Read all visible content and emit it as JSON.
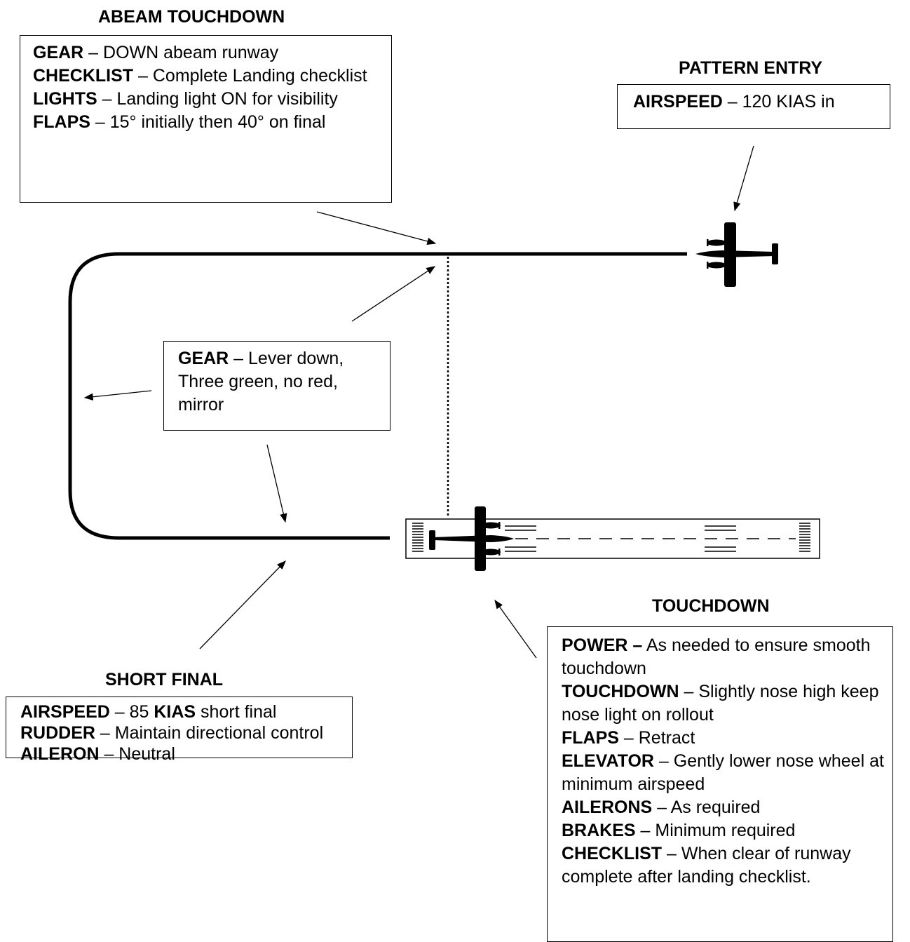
{
  "abeam_touchdown": {
    "heading": "ABEAM TOUCHDOWN",
    "items": [
      {
        "label": "GEAR",
        "text": " – DOWN abeam runway"
      },
      {
        "label": "CHECKLIST",
        "text": " – Complete Landing checklist"
      },
      {
        "label": "LIGHTS",
        "text": " – Landing light ON for visibility"
      },
      {
        "label": "FLAPS",
        "text": " – 15° initially then 40° on final"
      }
    ]
  },
  "pattern_entry": {
    "heading": "PATTERN ENTRY",
    "items": [
      {
        "label": "AIRSPEED",
        "text": " – 120 KIAS in"
      }
    ]
  },
  "gear_check": {
    "items": [
      {
        "label": "GEAR",
        "text": " – Lever down, Three green, no red, mirror"
      }
    ]
  },
  "short_final": {
    "heading": "SHORT FINAL",
    "items": [
      {
        "label": "AIRSPEED",
        "text": " – 85 ",
        "label2": "KIAS",
        "text2": " short final"
      },
      {
        "label": "RUDDER",
        "text": " – Maintain directional control"
      },
      {
        "label": "AILERON",
        "text": " – Neutral"
      }
    ]
  },
  "touchdown": {
    "heading": "TOUCHDOWN",
    "items": [
      {
        "label": "POWER –",
        "text": " As needed to ensure smooth touchdown"
      },
      {
        "label": "TOUCHDOWN",
        "text": " – Slightly nose high keep nose light on rollout"
      },
      {
        "label": "FLAPS",
        "text": " – Retract"
      },
      {
        "label": "ELEVATOR",
        "text": " – Gently lower nose wheel at minimum airspeed"
      },
      {
        "label": "AILERONS",
        "text": " – As required"
      },
      {
        "label": "BRAKES",
        "text": " – Minimum required"
      },
      {
        "label": "CHECKLIST",
        "text": " – When clear of runway complete after landing checklist."
      }
    ]
  },
  "icons": [
    "airplane-icon",
    "runway-icon",
    "arrow-icon"
  ]
}
